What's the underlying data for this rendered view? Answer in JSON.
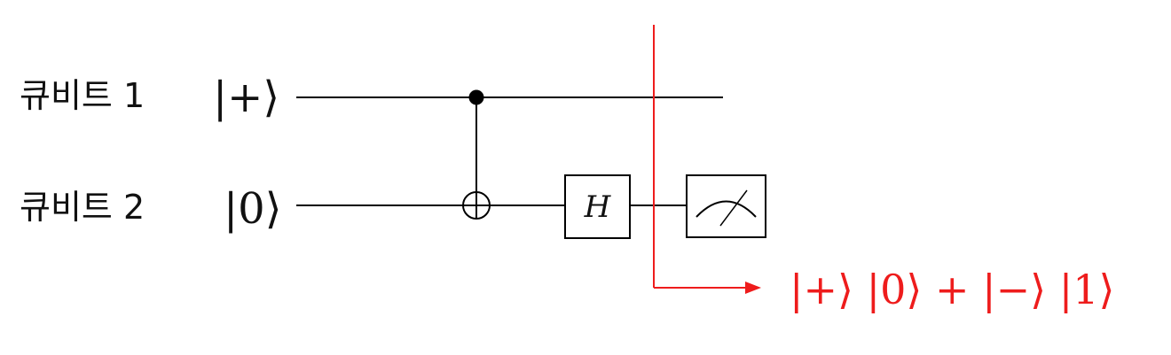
{
  "qubits": [
    {
      "label": "큐비트 1",
      "state": "|+⟩"
    },
    {
      "label": "큐비트 2",
      "state": "|0⟩"
    }
  ],
  "gates": {
    "hadamard_label": "H"
  },
  "result": {
    "state": "|+⟩ |0⟩ + |−⟩ |1⟩"
  },
  "colors": {
    "wire": "#000000",
    "annotation": "#ee1c1c"
  },
  "icons": [
    "control-dot-icon",
    "cnot-target-icon",
    "meter-icon",
    "arrow-right-icon"
  ]
}
